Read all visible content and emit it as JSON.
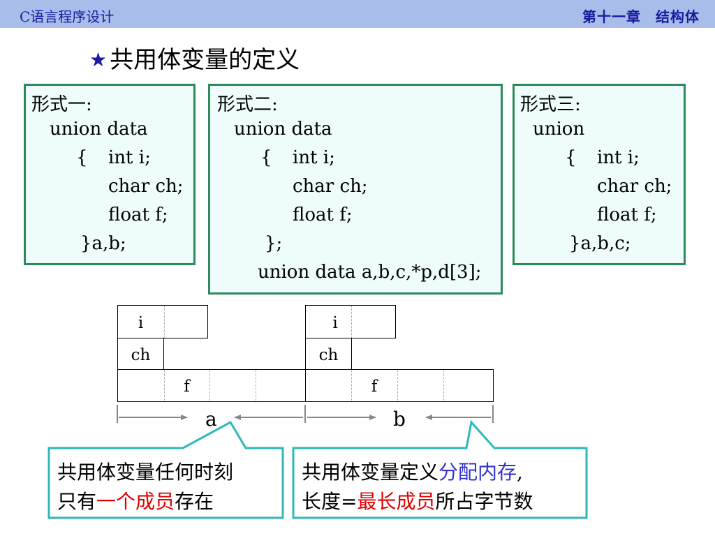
{
  "header": {
    "left": "C语言程序设计",
    "right": "第十一章　结构体"
  },
  "title": {
    "star": "★",
    "text": "共用体变量的定义"
  },
  "form1": {
    "l1": "形式一:",
    "l2": "union data",
    "l3": "{",
    "l4": "int i;",
    "l5": "char ch;",
    "l6": "float f;",
    "l7": "}a,b;"
  },
  "form2": {
    "l1": "形式二:",
    "l2": "union data",
    "l3": "{",
    "l4": "int i;",
    "l5": "char ch;",
    "l6": "float f;",
    "l7": "};",
    "l8": "union data a,b,c,*p,d[3];"
  },
  "form3": {
    "l1": "形式三:",
    "l2": "union",
    "l3": "{",
    "l4": "int i;",
    "l5": "char ch;",
    "l6": "float f;",
    "l7": "}a,b,c;"
  },
  "diagram": {
    "i": "i",
    "ch": "ch",
    "f": "f",
    "a": "a",
    "b": "b"
  },
  "callout1": {
    "l1": "共用体变量任何时刻",
    "l2a": "只有",
    "l2b": "一个成员",
    "l2c": "存在"
  },
  "callout2": {
    "l1a": "共用体变量定义",
    "l1b": "分配内存",
    "l1c": ",",
    "l2a": "长度=",
    "l2b": "最长成员",
    "l2c": "所占字节数"
  },
  "colors": {
    "header_bg": "#a8bde9",
    "box_border": "#2d8a5a",
    "box_bg": "#eefcfc",
    "callout_border": "#2fb8b8",
    "blue_text": "#3333cc",
    "red_text": "#e00000"
  }
}
